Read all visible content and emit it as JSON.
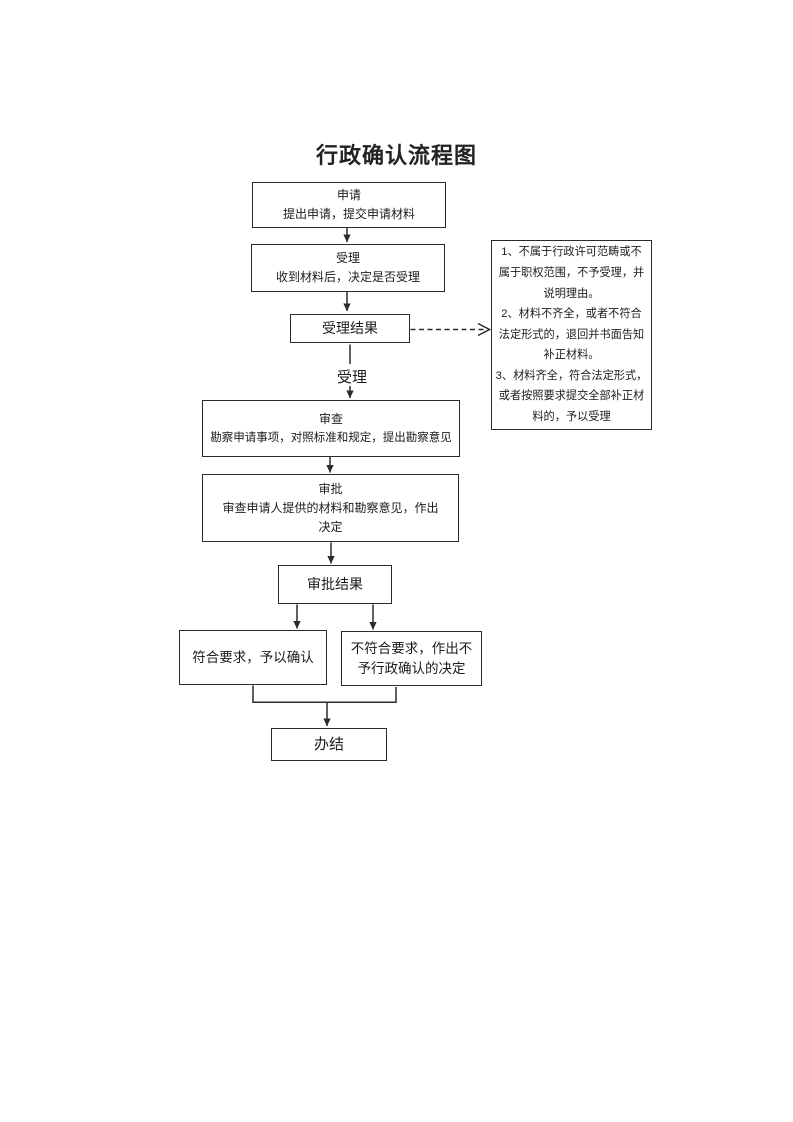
{
  "page": {
    "title": "行政确认流程图"
  },
  "flow": {
    "apply": {
      "title": "申请",
      "desc": "提出申请，提交申请材料"
    },
    "accept": {
      "title": "受理",
      "desc": "收到材料后，决定是否受理"
    },
    "accept_result": {
      "label": "受理结果",
      "branch_label": "受理"
    },
    "review": {
      "title": "审查",
      "desc": "勘察申请事项，对照标准和规定，提出勘察意见"
    },
    "approve": {
      "title": "审批",
      "desc_lines": [
        "审查申请人提供的材料和勘察意见，作出",
        "决定"
      ]
    },
    "approve_result": {
      "label": "审批结果"
    },
    "confirm": {
      "label": "符合要求，予以确认"
    },
    "reject": {
      "lines": [
        "不符合要求，作出不",
        "予行政确认的决定"
      ]
    },
    "complete": {
      "label": "办结"
    }
  },
  "notes": {
    "lines": [
      "1、不属于行政许可范畴或不",
      "属于职权范围，不予受理，并",
      "说明理由。",
      "2、材料不齐全，或者不符合",
      "法定形式的，退回并书面告知",
      "补正材料。",
      "3、材料齐全，符合法定形式，",
      "或者按照要求提交全部补正材",
      "料的，予以受理"
    ]
  },
  "colors": {
    "line": "#2b2b2b",
    "text": "#1c1c1c",
    "page_background": "#ffffff"
  }
}
